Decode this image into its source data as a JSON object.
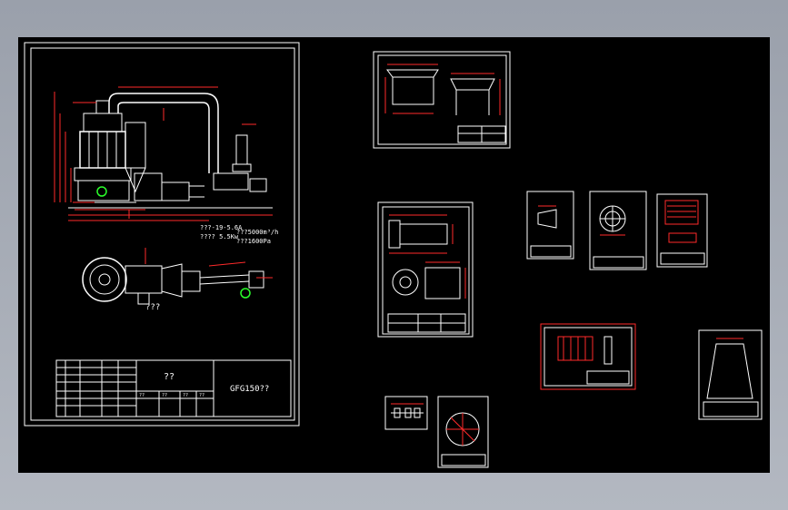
{
  "viewport": {
    "background": "#000000"
  },
  "colors": {
    "line": "#ffffff",
    "dimension": "#ff2a2a",
    "highlight": "#2aff2a"
  },
  "main_sheet": {
    "spec_line1": "???-19-5.6A",
    "spec_line2": "???5000m³/h",
    "spec_line3": "???? 5.5Kw",
    "spec_line4": "???1600Pa",
    "plan_label": "???",
    "title_block": {
      "drawing_name": "??",
      "drawing_code": "GFG150??",
      "header_cells": [
        "??",
        "??",
        "??",
        "??"
      ]
    }
  }
}
